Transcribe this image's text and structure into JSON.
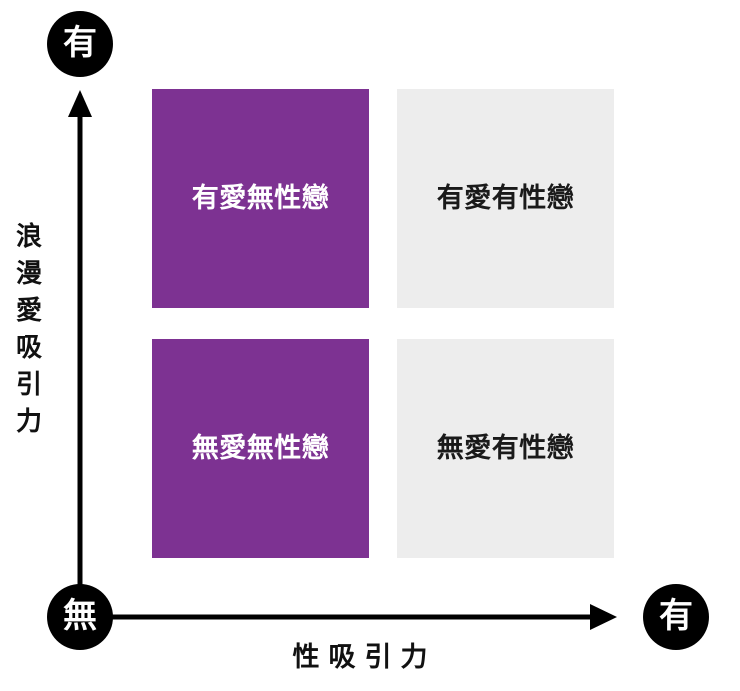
{
  "chart_data": {
    "type": "table",
    "title": "",
    "subtitle": "",
    "xlabel": "性吸引力",
    "ylabel": "浪漫愛吸引力",
    "x_axis": {
      "label": "性吸引力",
      "low_label": "無",
      "high_label": "有",
      "categories": [
        "無",
        "有"
      ]
    },
    "y_axis": {
      "label": "浪漫愛吸引力",
      "low_label": "無",
      "high_label": "有",
      "categories": [
        "無",
        "有"
      ]
    },
    "grid": false,
    "legend": "none",
    "cells": [
      {
        "row": "有",
        "col": "無",
        "label": "有愛無性戀",
        "fill": "#7D3292",
        "text_color": "#FFFFFF"
      },
      {
        "row": "有",
        "col": "有",
        "label": "有愛有性戀",
        "fill": "#EDEDED",
        "text_color": "#1A1A1A"
      },
      {
        "row": "無",
        "col": "無",
        "label": "無愛無性戀",
        "fill": "#7D3292",
        "text_color": "#FFFFFF"
      },
      {
        "row": "無",
        "col": "有",
        "label": "無愛有性戀",
        "fill": "#EDEDED",
        "text_color": "#1A1A1A"
      }
    ]
  },
  "axes": {
    "y_title": "浪漫愛吸引力",
    "x_title": "性吸引力",
    "badge_top": "有",
    "badge_origin": "無",
    "badge_right": "有"
  },
  "quadrants": {
    "top_left": "有愛無性戀",
    "top_right": "有愛有性戀",
    "bottom_left": "無愛無性戀",
    "bottom_right": "無愛有性戀"
  },
  "colors": {
    "accent_purple": "#7D3292",
    "neutral_gray": "#EDEDED",
    "badge_black": "#000000",
    "background": "#FFFFFF"
  }
}
